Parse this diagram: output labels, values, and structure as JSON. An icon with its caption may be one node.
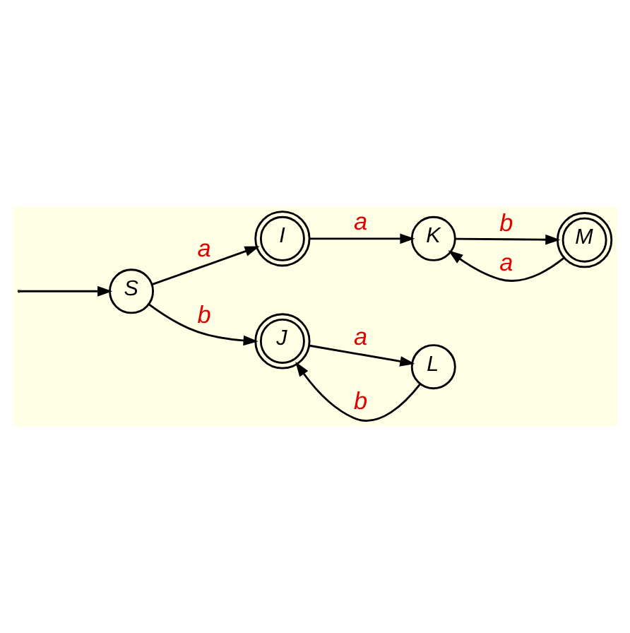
{
  "diagram": {
    "nodes": [
      {
        "text": [
          "S"
        ]
      },
      {
        "text": [
          "I"
        ]
      },
      {
        "text": [
          "K"
        ]
      },
      {
        "text": [
          "M"
        ]
      },
      {
        "text": [
          "J"
        ]
      },
      {
        "text": [
          "L"
        ]
      }
    ],
    "edges": [
      {
        "from": null,
        "to": 0,
        "arrow": "to"
      },
      {
        "from": 0,
        "to": 1,
        "arrow": "to",
        "label": "a"
      },
      {
        "from": 1,
        "to": 2,
        "arrow": "to",
        "label": "a"
      },
      {
        "from": 0,
        "to": 4,
        "arrow": "to",
        "label": "b"
      },
      {
        "from": 2,
        "to": 3,
        "arrow": "to",
        "label": "b"
      },
      {
        "from": 3,
        "to": 2,
        "arrow": "to",
        "label": "a"
      },
      {
        "from": 5,
        "to": 4,
        "arrow": "to",
        "label": "b"
      },
      {
        "from": 4,
        "to": 5,
        "arrow": "to",
        "label": "a"
      }
    ]
  }
}
